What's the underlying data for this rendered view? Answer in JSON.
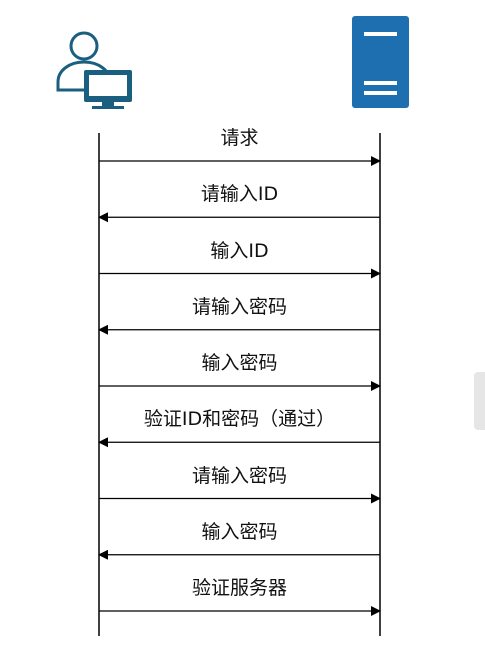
{
  "colors": {
    "client_icon": "#1a5f80",
    "server_icon": "#1e6fb0",
    "line": "#000000",
    "text": "#111111",
    "scrollbar": "#e6e6e6"
  },
  "icons": {
    "client": "user-computer-icon",
    "server": "server-icon"
  },
  "messages": [
    {
      "label": "请求",
      "direction": "to-server"
    },
    {
      "label": "请输入ID",
      "direction": "to-client"
    },
    {
      "label": "输入ID",
      "direction": "to-server"
    },
    {
      "label": "请输入密码",
      "direction": "to-client"
    },
    {
      "label": "输入密码",
      "direction": "to-server"
    },
    {
      "label": "验证ID和密码（通过）",
      "direction": "to-client"
    },
    {
      "label": "请输入密码",
      "direction": "to-server"
    },
    {
      "label": "输入密码",
      "direction": "to-client"
    },
    {
      "label": "验证服务器",
      "direction": "to-server"
    }
  ]
}
